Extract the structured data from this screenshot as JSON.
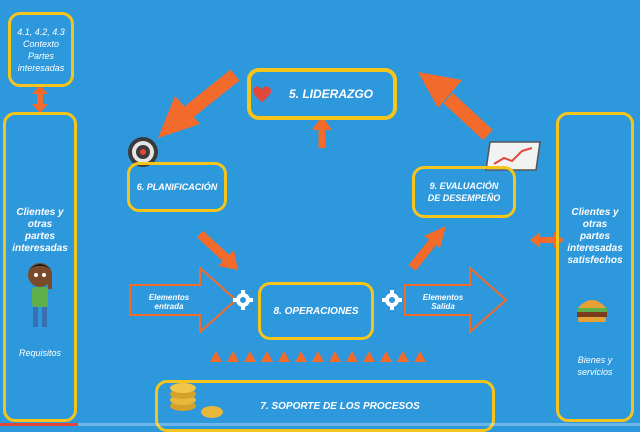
{
  "colors": {
    "background": "#2e98dc",
    "box_border": "#f5c51c",
    "arrow": "#f26b2a",
    "text": "#ffffff"
  },
  "context_box": {
    "line1": "4.1, 4.2, 4.3",
    "line2": "Contexto",
    "line3": "Partes",
    "line4": "interesadas"
  },
  "left_panel": {
    "line1": "Clientes y",
    "line2": "otras",
    "line3": "partes",
    "line4": "interesadas",
    "footer": "Requisitos"
  },
  "right_panel": {
    "line1": "Clientes y",
    "line2": "otras",
    "line3": "partes",
    "line4": "interesadas",
    "line5": "satisfechos",
    "footer1": "Bienes y",
    "footer2": "servicios"
  },
  "liderazgo": {
    "label": "5. LIDERAZGO",
    "icon": "heart-icon"
  },
  "planificacion": {
    "label": "6. PLANIFICACIÓN",
    "icon": "target-icon"
  },
  "evaluacion": {
    "line1": "9. EVALUACIÓN",
    "line2": "DE DESEMPEÑO",
    "icon": "chart-monitor-icon"
  },
  "operaciones": {
    "label": "8. OPERACIONES"
  },
  "soporte": {
    "label": "7. SOPORTE DE LOS PROCESOS",
    "icon": "coins-icon"
  },
  "inputs": {
    "label": "Elementos entrada",
    "icon": "gear-icon"
  },
  "outputs": {
    "label": "Elementos Salida",
    "icon": "gear-icon"
  }
}
